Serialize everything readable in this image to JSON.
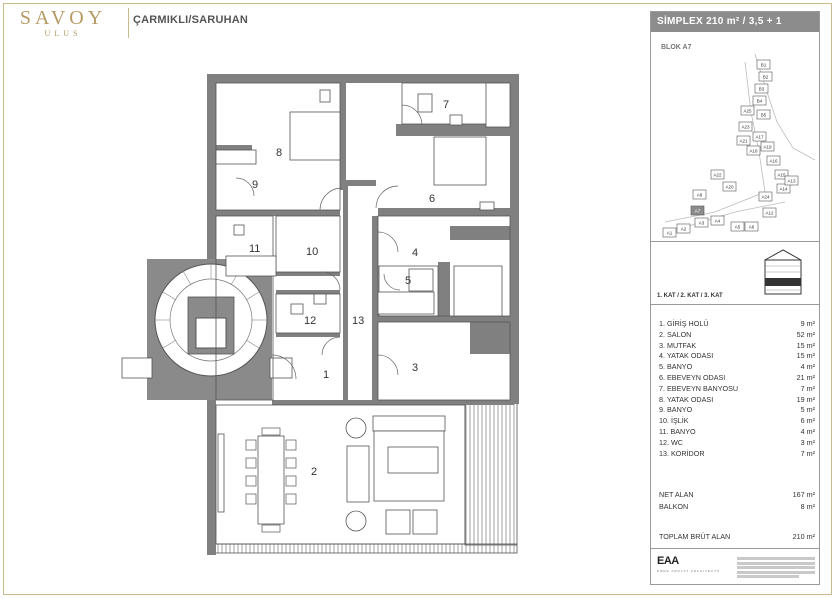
{
  "brand": {
    "name": "SAVOY",
    "subname": "ULUS"
  },
  "location": "ÇARMIKLI/SARUHAN",
  "unit": {
    "title": "SİMPLEX 210 m² / 3,5 + 1",
    "blok": "BLOK A7"
  },
  "site_plan_blocks": [
    "B1",
    "B2",
    "B3",
    "B4",
    "A25",
    "B5",
    "A23",
    "A21",
    "A18",
    "A19",
    "A17",
    "A16",
    "A15",
    "A22",
    "A20",
    "A14",
    "A24",
    "A13",
    "A8",
    "A12",
    "A7",
    "A6",
    "A5",
    "A4",
    "A3",
    "A2",
    "A1"
  ],
  "floors_label": "1. KAT / 2. KAT / 3. KAT",
  "plan_room_numbers": [
    "1",
    "2",
    "3",
    "4",
    "5",
    "6",
    "7",
    "8",
    "9",
    "10",
    "11",
    "12",
    "13"
  ],
  "rooms": [
    {
      "name": "1. GİRİŞ HOLÜ",
      "area": "9 m²"
    },
    {
      "name": "2. SALON",
      "area": "52 m²"
    },
    {
      "name": "3. MUTFAK",
      "area": "15 m²"
    },
    {
      "name": "4. YATAK ODASI",
      "area": "15 m²"
    },
    {
      "name": "5. BANYO",
      "area": "4 m²"
    },
    {
      "name": "6. EBEVEYN ODASI",
      "area": "21 m²"
    },
    {
      "name": "7. EBEVEYN BANYOSU",
      "area": "7 m²"
    },
    {
      "name": "8. YATAK ODASI",
      "area": "19 m²"
    },
    {
      "name": "9. BANYO",
      "area": "5 m²"
    },
    {
      "name": "10. İŞLİK",
      "area": "6 m²"
    },
    {
      "name": "11. BANYO",
      "area": "4 m²"
    },
    {
      "name": "12. WC",
      "area": "3 m²"
    },
    {
      "name": "13. KORİDOR",
      "area": "7 m²"
    }
  ],
  "summary": [
    {
      "name": "NET ALAN",
      "area": "167 m²"
    },
    {
      "name": "BALKON",
      "area": "8 m²"
    }
  ],
  "total": {
    "name": "TOPLAM BRÜT ALAN",
    "area": "210 m²"
  },
  "architect": {
    "logo": "EAA",
    "subtitle": "EMRE AROLAT ARCHITECTS"
  },
  "colors": {
    "accent": "#b59a62",
    "header": "#8c8c8c",
    "wall": "#808080"
  }
}
